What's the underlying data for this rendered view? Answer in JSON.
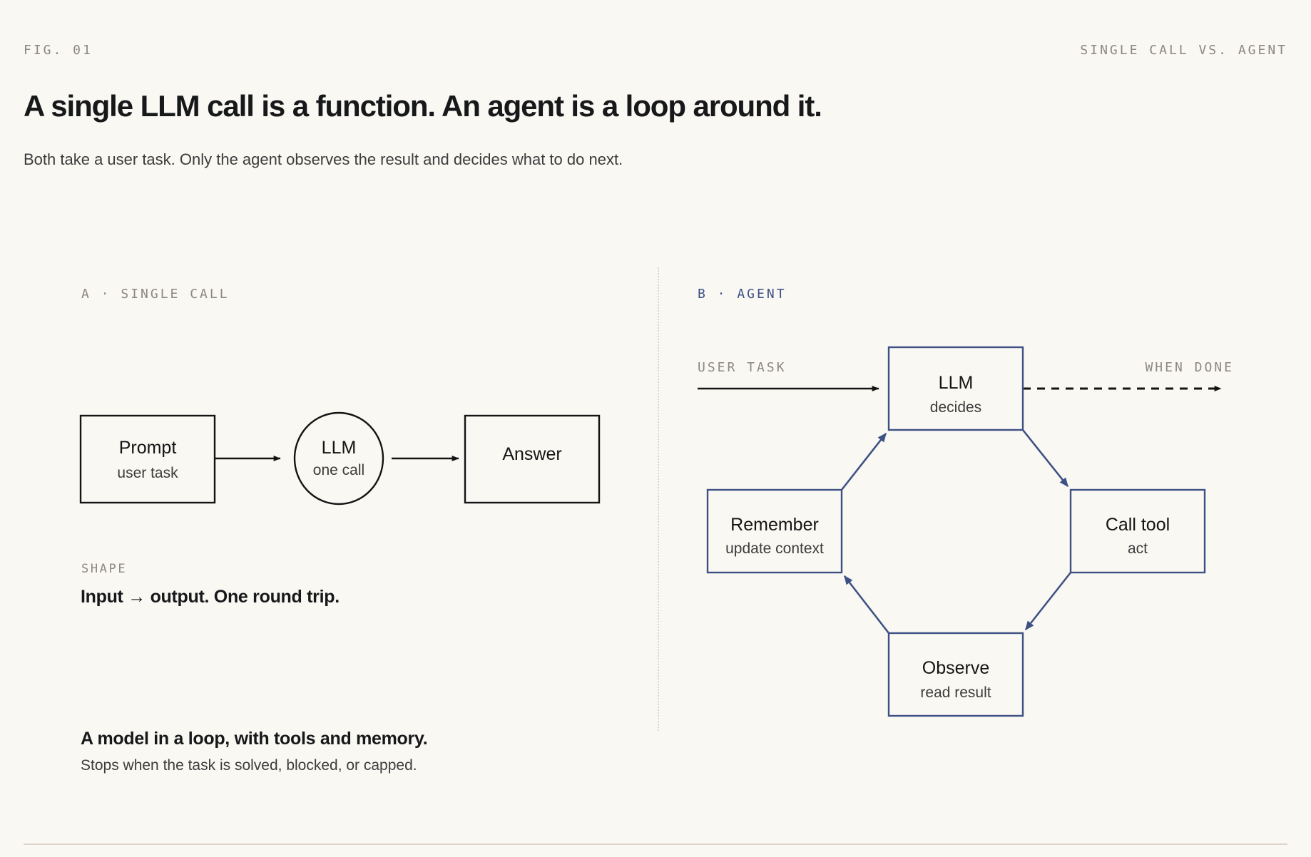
{
  "header": {
    "figure_label": "FIG. 01",
    "topic_label": "SINGLE CALL VS. AGENT",
    "headline": "A single LLM call is a function. An agent is a loop around it.",
    "subhead": "Both take a user task. Only the agent observes the result and decides what to do next."
  },
  "panels": {
    "left": {
      "label": "A · SINGLE CALL",
      "nodes": {
        "prompt": {
          "title": "Prompt",
          "sub": "user task"
        },
        "llm": {
          "title": "LLM",
          "sub": "one call"
        },
        "answer": {
          "title": "Answer",
          "sub": ""
        }
      },
      "note": {
        "kicker": "SHAPE",
        "line": "Input → output. One round trip."
      }
    },
    "right": {
      "label": "B · AGENT",
      "inbound_tag": "USER TASK",
      "exit_tag": "WHEN DONE",
      "nodes": {
        "llm": {
          "title": "LLM",
          "sub": "decides"
        },
        "call_tool": {
          "title": "Call tool",
          "sub": "act"
        },
        "observe": {
          "title": "Observe",
          "sub": "read result"
        },
        "remember": {
          "title": "Remember",
          "sub": "update context"
        }
      }
    }
  },
  "footer": {
    "strong": "A model in a loop, with tools and memory.",
    "sub": "Stops when the task is solved, blocked, or capped."
  },
  "colors": {
    "background": "#faf8f3",
    "ink": "#141414",
    "muted": "#8d8880",
    "accent_navy": "#3e5184",
    "rule": "#ddd7cb"
  }
}
